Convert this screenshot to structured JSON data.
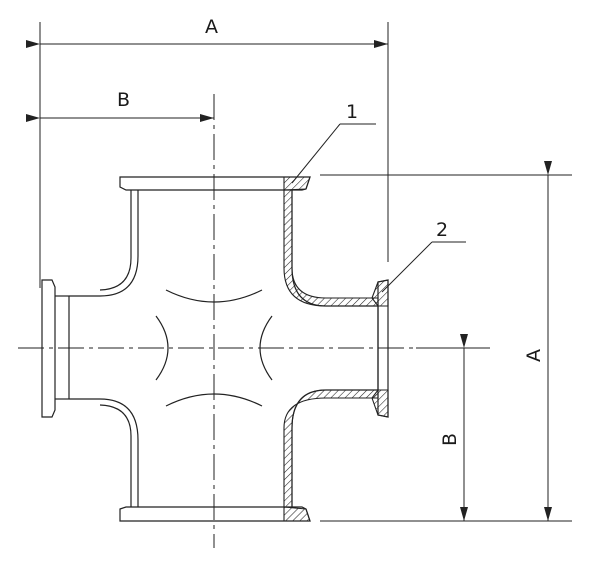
{
  "labels": {
    "dim_top_width": "A",
    "dim_top_half": "B",
    "dim_right_height": "A",
    "dim_right_half": "B",
    "callout_1": "1",
    "callout_2": "2"
  }
}
